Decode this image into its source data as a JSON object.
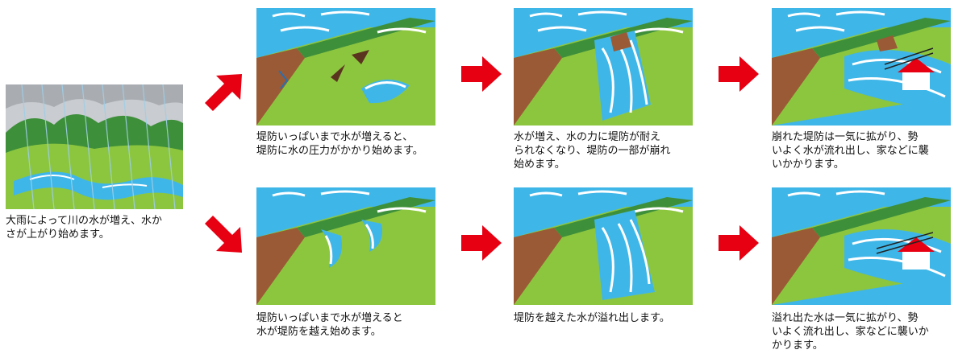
{
  "intro": {
    "caption": "大雨によって川の水が増え、水か\nさが上がり始めます。"
  },
  "top_row": {
    "step1": "堤防いっぱいまで水が増えると、\n堤防に水の圧力がかかり始めます。",
    "step2": "水が増え、水の力に堤防が耐え\nられなくなり、堤防の一部が崩れ\n始めます。",
    "step3": "崩れた堤防は一気に拡がり、勢\nいよく水が流れ出し、家などに襲\nいかかります。"
  },
  "bottom_row": {
    "step1": "堤防いっぱいまで水が増えると\n水が堤防を越え始めます。",
    "step2": "堤防を越えた水が溢れ出します。",
    "step3": "溢れ出た水は一気に拡がり、勢\nいよく流れ出し、家などに襲いか\nかります。"
  },
  "colors": {
    "sky": "#3fb6e8",
    "water": "#3fb6e8",
    "grass": "#8cc63f",
    "dark_grass": "#3e8f3a",
    "dirt": "#9a5a35",
    "arrow": "#e60012",
    "house_roof": "#e60012"
  }
}
